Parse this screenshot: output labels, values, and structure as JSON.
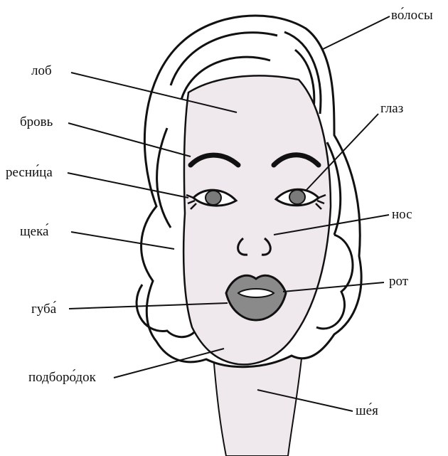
{
  "labels": {
    "hair": "во́лосы",
    "forehead": "лоб",
    "eye": "глаз",
    "eyebrow": "бровь",
    "eyelash": "ресни́ца",
    "nose": "нос",
    "cheek": "щека́",
    "mouth": "рот",
    "lip": "губа́",
    "chin": "подборо́док",
    "neck": "ше́я"
  },
  "colors": {
    "ink": "#111111",
    "skin": "#efe8ec",
    "lips": "#8a8a8a",
    "iris": "#7a7a7a"
  }
}
